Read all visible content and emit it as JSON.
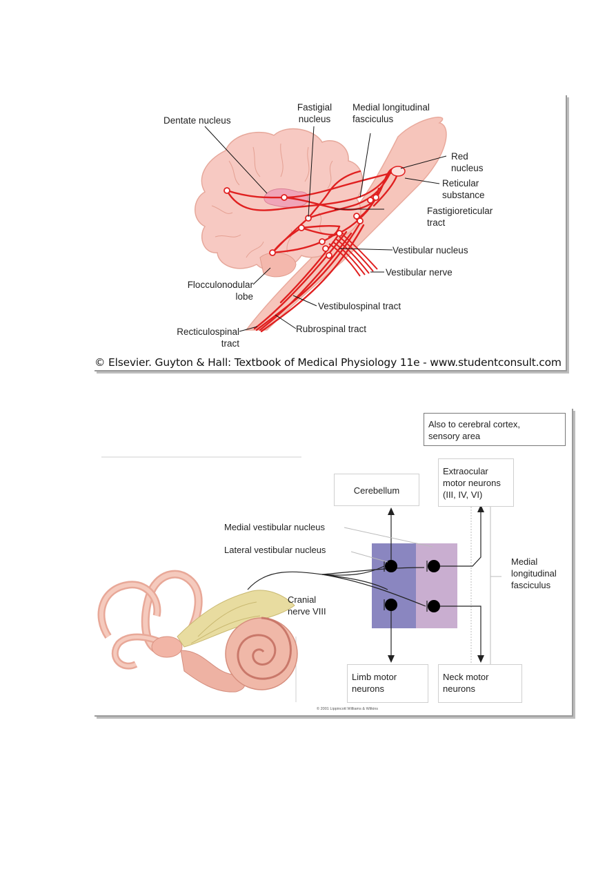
{
  "figure1": {
    "labels": {
      "dentate_nucleus": "Dentate nucleus",
      "fastigial_nucleus": "Fastigial\nnucleus",
      "medial_longitudinal_fasciculus": "Medial longitudinal\nfasciculus",
      "red_nucleus": "Red\nnucleus",
      "reticular_substance": "Reticular\nsubstance",
      "fastigioreticular_tract": "Fastigioreticular\ntract",
      "vestibular_nucleus": "Vestibular nucleus",
      "vestibular_nerve": "Vestibular nerve",
      "flocculonodular_lobe": "Flocculonodular\nlobe",
      "vestibulospinal_tract": "Vestibulospinal tract",
      "recticulospinal_tract": "Recticulospinal\ntract",
      "rubrospinal_tract": "Rubrospinal tract"
    },
    "copyright": "© Elsevier. Guyton & Hall: Textbook of Medical Physiology 11e - www.studentconsult.com",
    "colors": {
      "tract": "#e02020",
      "brain_fill": "#f7c9c2",
      "brainstem_fill": "#f6c5bb"
    }
  },
  "figure2": {
    "boxes": {
      "cerebral_cortex": "Also to cerebral cortex,\nsensory area",
      "cerebellum": "Cerebellum",
      "extraocular": "Extraocular\nmotor neurons\n(III, IV, VI)",
      "limb_motor": "Limb motor\nneurons",
      "neck_motor": "Neck motor\nneurons"
    },
    "labels": {
      "medial_vestibular_nucleus": "Medial vestibular nucleus",
      "lateral_vestibular_nucleus": "Lateral vestibular nucleus",
      "cranial_nerve": "Cranial\nnerve VIII",
      "mlf": "Medial\nlongitudinal\nfasciculus"
    },
    "copyright": "© 2001 Lippincott Williams & Wilkins",
    "colors": {
      "lateral_nucleus": "#8a86c0",
      "medial_nucleus": "#c9aed0",
      "ear": "#f0b8a8",
      "nerve": "#e8dca0"
    }
  }
}
